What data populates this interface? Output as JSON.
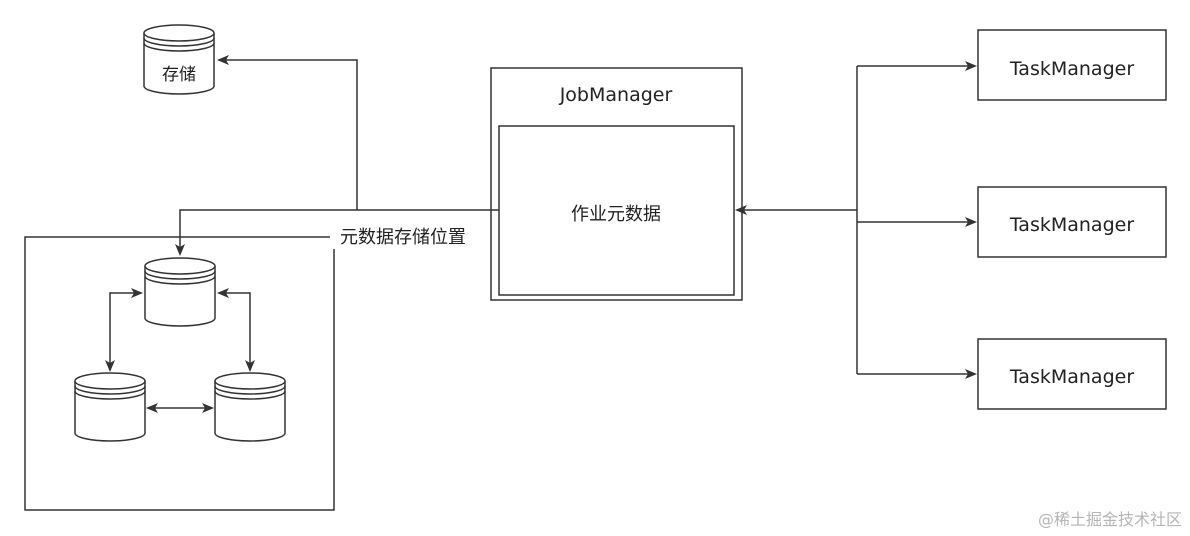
{
  "diagram": {
    "storage_label": "存储",
    "jobmanager_label": "JobManager",
    "job_metadata_label": "作业元数据",
    "metadata_storage_location_label": "元数据存储位置",
    "taskmanagers": [
      {
        "label": "TaskManager"
      },
      {
        "label": "TaskManager"
      },
      {
        "label": "TaskManager"
      }
    ]
  },
  "watermark": "@稀土掘金技术社区",
  "colors": {
    "stroke": "#333333",
    "background": "#ffffff",
    "text": "#222222",
    "watermark": "#b5b5b5"
  }
}
